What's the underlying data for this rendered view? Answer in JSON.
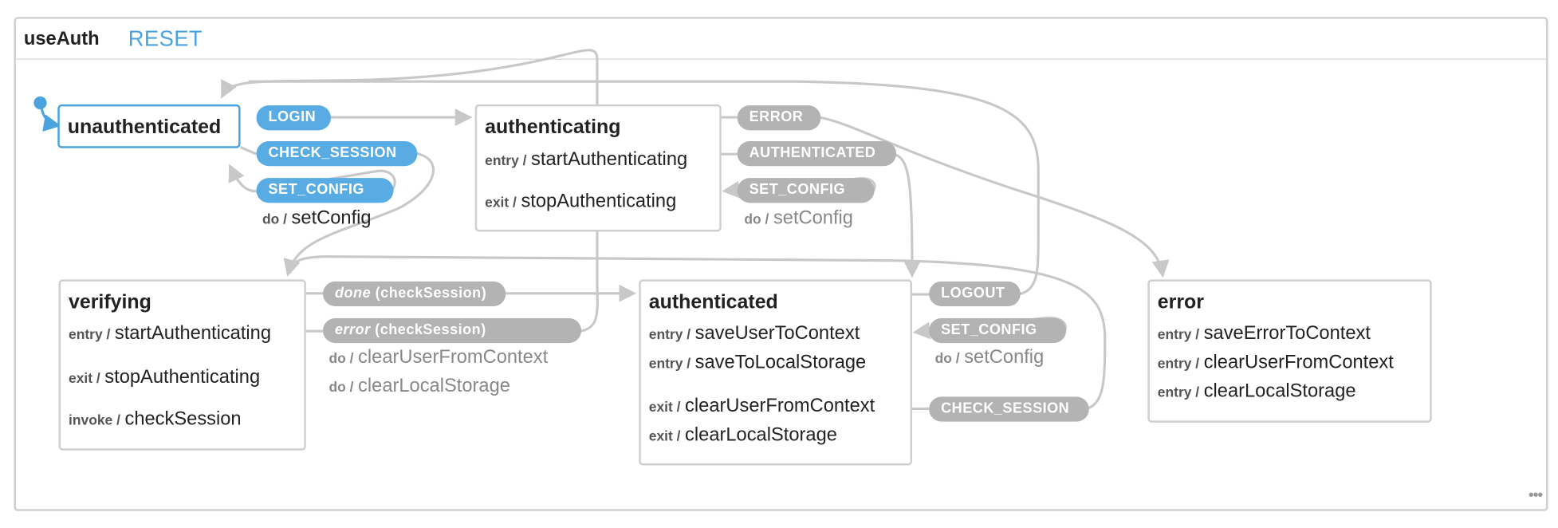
{
  "machine": {
    "title": "useAuth",
    "reset_label": "RESET",
    "more_icon": "ellipsis-icon",
    "active_color": "#4aa3df",
    "inactive_color": "#b3b3b3"
  },
  "states": {
    "unauthenticated": {
      "title": "unauthenticated",
      "transitions": {
        "login": "LOGIN",
        "check_session": "CHECK_SESSION",
        "set_config": "SET_CONFIG",
        "set_config_do_kw": "do /",
        "set_config_do_fn": "setConfig"
      }
    },
    "authenticating": {
      "title": "authenticating",
      "entry_kw": "entry /",
      "entry_fn": "startAuthenticating",
      "exit_kw": "exit /",
      "exit_fn": "stopAuthenticating",
      "transitions": {
        "error": "ERROR",
        "authenticated": "AUTHENTICATED",
        "set_config": "SET_CONFIG",
        "set_config_do_kw": "do /",
        "set_config_do_fn": "setConfig"
      }
    },
    "verifying": {
      "title": "verifying",
      "entry_kw": "entry /",
      "entry_fn": "startAuthenticating",
      "exit_kw": "exit /",
      "exit_fn": "stopAuthenticating",
      "invoke_kw": "invoke /",
      "invoke_fn": "checkSession",
      "transitions": {
        "done_kw": "done",
        "done_src": "(checkSession)",
        "error_kw": "error",
        "error_src": "(checkSession)",
        "error_do1_kw": "do /",
        "error_do1_fn": "clearUserFromContext",
        "error_do2_kw": "do /",
        "error_do2_fn": "clearLocalStorage"
      }
    },
    "authenticated": {
      "title": "authenticated",
      "entry1_kw": "entry /",
      "entry1_fn": "saveUserToContext",
      "entry2_kw": "entry /",
      "entry2_fn": "saveToLocalStorage",
      "exit1_kw": "exit /",
      "exit1_fn": "clearUserFromContext",
      "exit2_kw": "exit /",
      "exit2_fn": "clearLocalStorage",
      "transitions": {
        "logout": "LOGOUT",
        "set_config": "SET_CONFIG",
        "set_config_do_kw": "do /",
        "set_config_do_fn": "setConfig",
        "check_session": "CHECK_SESSION"
      }
    },
    "error": {
      "title": "error",
      "entry1_kw": "entry /",
      "entry1_fn": "saveErrorToContext",
      "entry2_kw": "entry /",
      "entry2_fn": "clearUserFromContext",
      "entry3_kw": "entry /",
      "entry3_fn": "clearLocalStorage"
    }
  }
}
